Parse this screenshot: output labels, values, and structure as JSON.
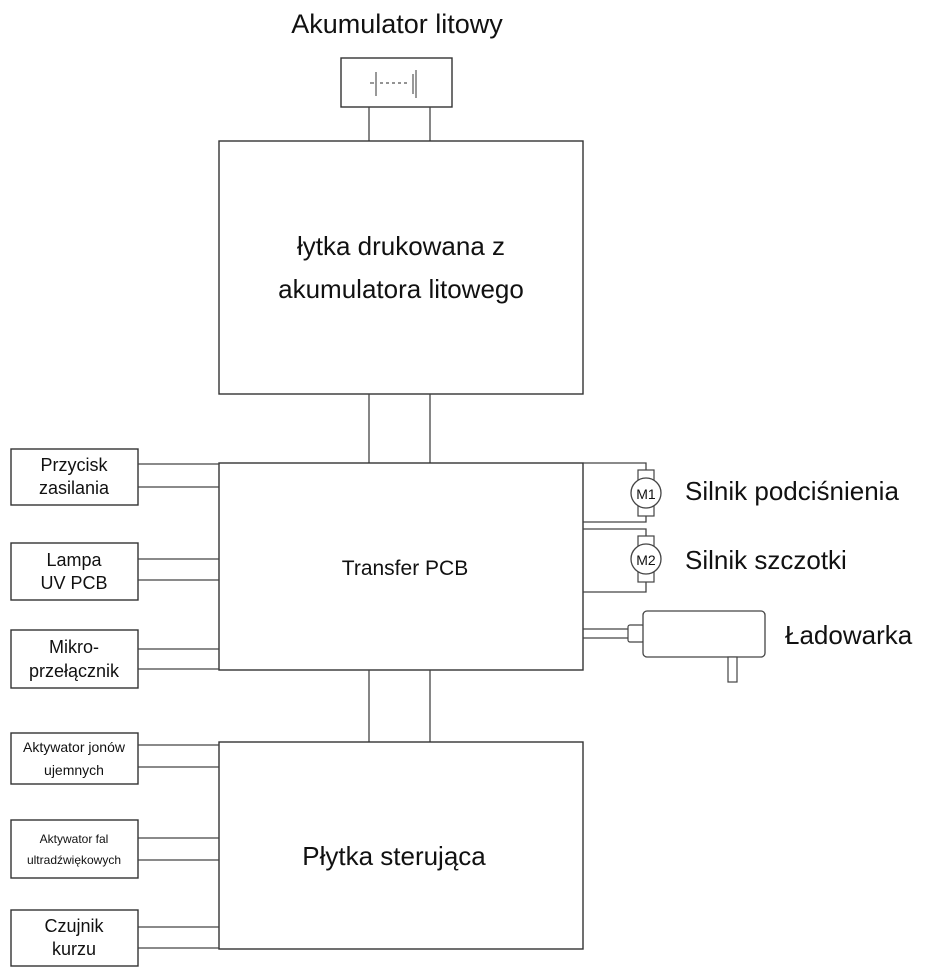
{
  "battery": {
    "title": "Akumulator litowy"
  },
  "battery_pcb": {
    "line1": "łytka drukowana z",
    "line2": "akumulatora litowego"
  },
  "transfer_pcb": {
    "label": "Transfer PCB"
  },
  "control_board": {
    "label": "Płytka sterująca"
  },
  "left_inputs": {
    "power_button": [
      "Przycisk",
      "zasilania"
    ],
    "uv_lamp": [
      "Lampa",
      "UV PCB"
    ],
    "micro_switch": [
      "Mikro-",
      "przełącznik"
    ],
    "ion_actuator": [
      "Aktywator jonów",
      "ujemnych"
    ],
    "ultrasonic_actuator": [
      "Aktywator fal",
      "ultradźwiękowych"
    ],
    "dust_sensor": [
      "Czujnik",
      "kurzu"
    ]
  },
  "motors": {
    "vacuum": {
      "symbol": "M1",
      "label": "Silnik podciśnienia"
    },
    "brush": {
      "symbol": "M2",
      "label": "Silnik szczotki"
    }
  },
  "charger": {
    "label": "Ładowarka"
  }
}
